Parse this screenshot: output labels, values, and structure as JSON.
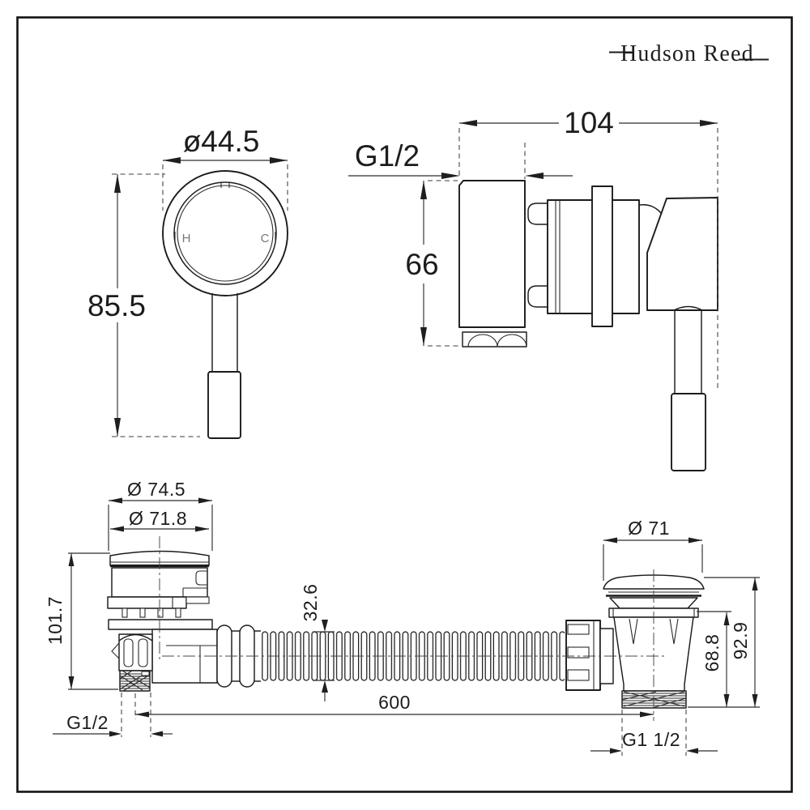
{
  "brand": {
    "logo_text": "Hudson Reed"
  },
  "views": {
    "front": {
      "diameter": "ø44.5",
      "height": "85.5",
      "hot": "H",
      "cold": "C"
    },
    "side": {
      "depth": "104",
      "thread": "G1/2",
      "height": "66"
    },
    "waste": {
      "overflow_flange_diameter": "Ø 74.5",
      "overflow_cap_diameter": "Ø 71.8",
      "overflow_height": "101.7",
      "overflow_thread": "G1/2",
      "hose_diameter": "32.6",
      "hose_length": "600",
      "plug_cap_diameter": "Ø 71",
      "plug_body_height": "68.8",
      "plug_total_height": "92.9",
      "plug_thread": "G1 1/2"
    }
  },
  "colors": {
    "line": "#1c1c1c",
    "background": "#ffffff"
  }
}
